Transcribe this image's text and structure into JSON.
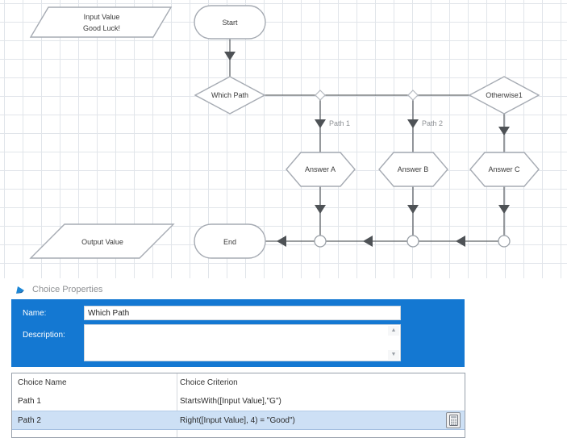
{
  "canvas": {
    "nodes": {
      "input_line1": "Input Value",
      "input_line2": "Good Luck!",
      "start": "Start",
      "which_path": "Which Path",
      "otherwise": "Otherwise1",
      "answer_a": "Answer A",
      "answer_b": "Answer B",
      "answer_c": "Answer C",
      "output": "Output Value",
      "end": "End"
    },
    "edge_labels": {
      "path1": "Path 1",
      "path2": "Path 2"
    }
  },
  "properties": {
    "header": "Choice Properties",
    "name_label": "Name:",
    "name_value": "Which Path",
    "description_label": "Description:",
    "description_value": "",
    "scroll_up_glyph": "▲",
    "scroll_down_glyph": "▼"
  },
  "table": {
    "headers": {
      "name": "Choice Name",
      "criterion": "Choice Criterion"
    },
    "rows": [
      {
        "name": "Path 1",
        "criterion": "StartsWith([Input Value],\"G\")"
      },
      {
        "name": "Path 2",
        "criterion": "Right([Input Value], 4) = \"Good\")"
      }
    ]
  },
  "colors": {
    "panel_blue": "#1478d2",
    "selected_row": "#cde0f5",
    "grid": "#e1e5ea",
    "connector": "#5f6368",
    "shape_border": "#a6abb3"
  }
}
